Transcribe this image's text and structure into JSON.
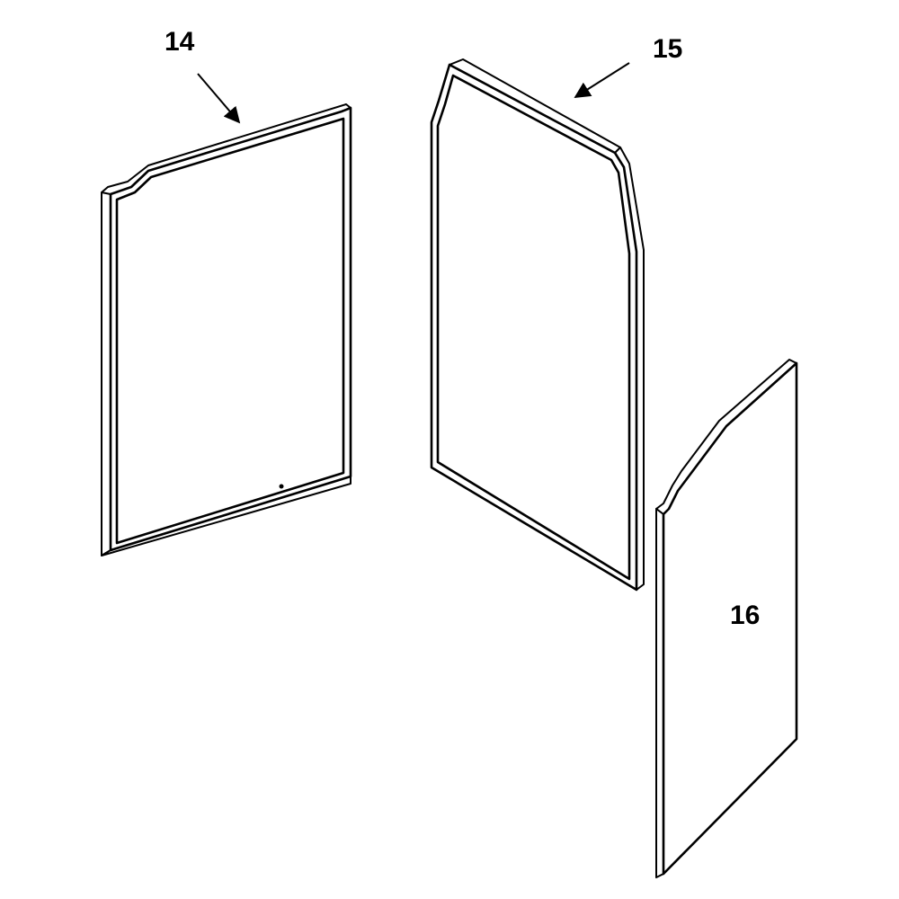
{
  "callouts": {
    "part_14": "14",
    "part_15": "15",
    "part_16": "16"
  },
  "colors": {
    "line": "#000000",
    "background": "#ffffff"
  }
}
